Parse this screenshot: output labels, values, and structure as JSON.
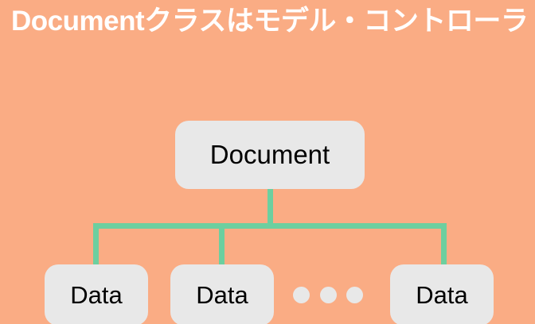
{
  "slide": {
    "title": "Documentクラスはモデル・コントローラ",
    "background_color": "#faac84",
    "title_color": "#ffffff"
  },
  "diagram": {
    "node_fill_color": "#e8e8e8",
    "node_text_color": "#000000",
    "connector_color": "#6ccf9f",
    "root": {
      "label": "Document"
    },
    "children": [
      {
        "label": "Data"
      },
      {
        "label": "Data"
      },
      {
        "label": "Data"
      }
    ],
    "ellipsis": {
      "dot_count": 3,
      "meaning": "more-items"
    }
  }
}
